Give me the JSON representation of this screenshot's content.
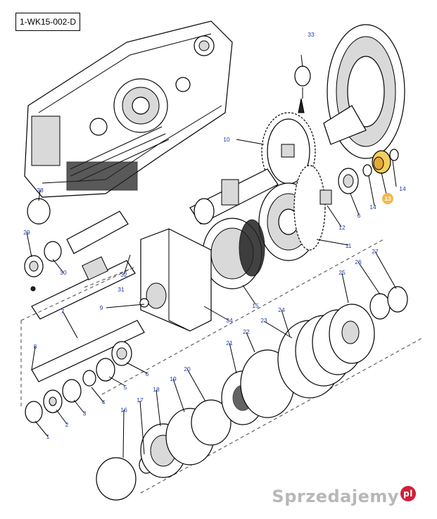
{
  "diagram": {
    "reference": "1-WK15-002-D",
    "highlight_color": "#f2b84b",
    "callout_color": "#1e3aa8",
    "highlighted_part": "13",
    "callouts": [
      "1",
      "2",
      "3",
      "4",
      "5",
      "6",
      "7",
      "8",
      "9",
      "10",
      "11",
      "12",
      "13",
      "14",
      "14",
      "15",
      "16",
      "17",
      "18",
      "19",
      "20",
      "21",
      "22",
      "23",
      "24",
      "25",
      "26",
      "27",
      "28",
      "29",
      "30",
      "31",
      "32",
      "33",
      "34",
      "6"
    ]
  },
  "watermark": {
    "text": "Sprzedajemy",
    "badge": "pl"
  }
}
